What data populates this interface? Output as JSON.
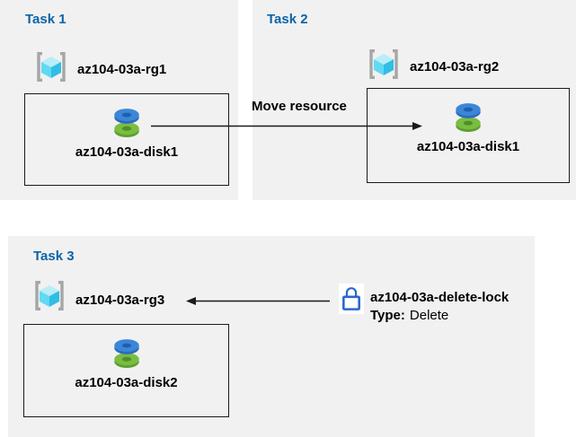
{
  "colors": {
    "panel_bg": "#f1f1f1",
    "task_title_blue": "#0c63a8",
    "text": "#000000",
    "box_border": "#1a1a1a",
    "arrow": "#1a1a1a",
    "lock_blue": "#2b68cc",
    "disk_blue_top": "#3c86d8",
    "disk_blue_side": "#2a6cc0",
    "disk_green_top": "#79bd41",
    "disk_green_side": "#5f9f30",
    "cube_top": "#b9edf9",
    "cube_left": "#62d9f2",
    "cube_right": "#30bee5",
    "bracket_gray": "#a6a6a6"
  },
  "tasks": [
    {
      "title": "Task 1",
      "resource_group": "az104-03a-rg1",
      "resource": "az104-03a-disk1"
    },
    {
      "title": "Task 2",
      "resource_group": "az104-03a-rg2",
      "resource": "az104-03a-disk1"
    },
    {
      "title": "Task 3",
      "resource_group": "az104-03a-rg3",
      "resource": "az104-03a-disk2"
    }
  ],
  "move_arrow": {
    "label": "Move resource"
  },
  "delete_lock": {
    "name": "az104-03a-delete-lock",
    "type_label": "Type:",
    "type_value": "Delete"
  },
  "icons": {
    "resource_group": "resource-group-icon",
    "disk": "disk-icon",
    "lock": "lock-icon"
  }
}
